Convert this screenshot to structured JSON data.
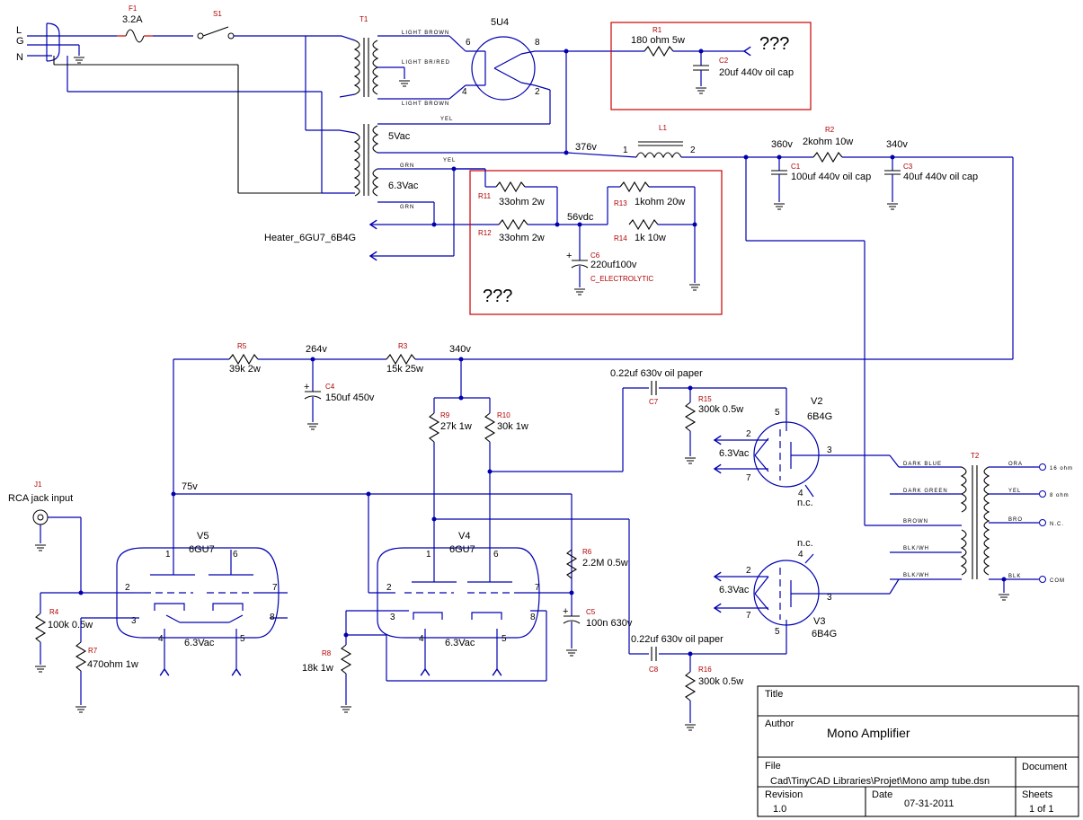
{
  "mains": {
    "l": "L",
    "g": "G",
    "n": "N"
  },
  "f1": {
    "ref": "F1",
    "value": "3.2A"
  },
  "s1": {
    "ref": "S1"
  },
  "t1": {
    "ref": "T1"
  },
  "t1_wires": {
    "lb1": "LIGHT BROWN",
    "lbred": "LIGHT BR/RED",
    "lb2": "LIGHT BROWN",
    "yel1": "YEL",
    "v5ac": "5Vac",
    "grn1": "GRN",
    "yel2": "YEL",
    "v63": "6.3Vac",
    "grn2": "GRN"
  },
  "heater_label": "Heater_6GU7_6B4G",
  "u5u4": {
    "ref": "5U4",
    "p6": "6",
    "p8": "8",
    "p4": "4",
    "p2": "2"
  },
  "r1": {
    "ref": "R1",
    "value": "180 ohm 5w"
  },
  "c2": {
    "ref": "C2",
    "value": "20uf 440v oil cap"
  },
  "qmark": "???",
  "l1": {
    "ref": "L1",
    "p1": "1",
    "p2": "2"
  },
  "v376": "376v",
  "v360": "360v",
  "v340a": "340v",
  "r2": {
    "ref": "R2",
    "value": "2kohm 10w"
  },
  "c1": {
    "ref": "C1",
    "value": "100uf 440v oil cap"
  },
  "c3": {
    "ref": "C3",
    "value": "40uf 440v oil cap"
  },
  "r11": {
    "ref": "R11",
    "value": "33ohm 2w"
  },
  "r12": {
    "ref": "R12",
    "value": "33ohm 2w"
  },
  "r13": {
    "ref": "R13",
    "value": "1kohm 20w"
  },
  "r14": {
    "ref": "R14",
    "value": "1k 10w"
  },
  "v56": "56vdc",
  "c6": {
    "ref": "C6",
    "value": "220uf100v",
    "type": "C_ELECTROLYTIC"
  },
  "r5": {
    "ref": "R5",
    "value": "39k 2w"
  },
  "v264": "264v",
  "r3": {
    "ref": "R3",
    "value": "15k 25w"
  },
  "v340b": "340v",
  "c4": {
    "ref": "C4",
    "value": "150uf 450v"
  },
  "c7": {
    "ref": "C7",
    "value": "0.22uf 630v oil paper"
  },
  "r15": {
    "ref": "R15",
    "value": "300k 0.5w"
  },
  "v2": {
    "ref": "V2",
    "type": "6B4G",
    "p5": "5",
    "p2": "2",
    "p3": "3",
    "p7": "7",
    "p4": "4",
    "heat": "6.3Vac",
    "nc": "n.c."
  },
  "r9": {
    "ref": "R9",
    "value": "27k 1w"
  },
  "r10": {
    "ref": "R10",
    "value": "30k 1w"
  },
  "t2": {
    "ref": "T2",
    "w1": "DARK BLUE",
    "w2": "DARK GREEN",
    "w3": "BROWN",
    "w4": "BLK/WH",
    "w5": "BLK/WH",
    "o1": "ORA",
    "o2": "YEL",
    "o3": "BRO",
    "o4": "BLK",
    "t1": "16 ohm",
    "t2": "8 ohm",
    "t3": "N.C.",
    "t4": "COM"
  },
  "j1": {
    "ref": "J1",
    "value": "RCA jack input"
  },
  "v75": "75v",
  "v5": {
    "ref": "V5",
    "type": "6GU7",
    "p1": "1",
    "p6": "6",
    "p2": "2",
    "p7": "7",
    "p3": "3",
    "p8": "8",
    "p4": "4",
    "p5": "5",
    "heat": "6.3Vac"
  },
  "v4": {
    "ref": "V4",
    "type": "6GU7",
    "p1": "1",
    "p6": "6",
    "p2": "2",
    "p7": "7",
    "p3": "3",
    "p8": "8",
    "p4": "4",
    "p5": "5",
    "heat": "6.3Vac"
  },
  "r6": {
    "ref": "R6",
    "value": "2.2M 0.5w"
  },
  "c5": {
    "ref": "C5",
    "value": "100n 630v"
  },
  "v3": {
    "ref": "V3",
    "type": "6B4G",
    "p4": "4",
    "p2": "2",
    "p3": "3",
    "p7": "7",
    "p5": "5",
    "heat": "6.3Vac",
    "nc": "n.c."
  },
  "r4": {
    "ref": "R4",
    "value": "100k 0.5w"
  },
  "r7": {
    "ref": "R7",
    "value": "470ohm 1w"
  },
  "r8": {
    "ref": "R8",
    "value": "18k 1w"
  },
  "c8": {
    "ref": "C8",
    "value": "0.22uf 630v oil paper"
  },
  "r16": {
    "ref": "R16",
    "value": "300k 0.5w"
  },
  "title_block": {
    "title_label": "Title",
    "author_label": "Author",
    "author_value": "Mono Amplifier",
    "file_label": "File",
    "file_value": "Cad\\TinyCAD Libraries\\Projet\\Mono amp tube.dsn",
    "document_label": "Document",
    "revision_label": "Revision",
    "revision_value": "1.0",
    "date_label": "Date",
    "date_value": "07-31-2011",
    "sheets_label": "Sheets",
    "sheets_value": "1 of 1"
  }
}
